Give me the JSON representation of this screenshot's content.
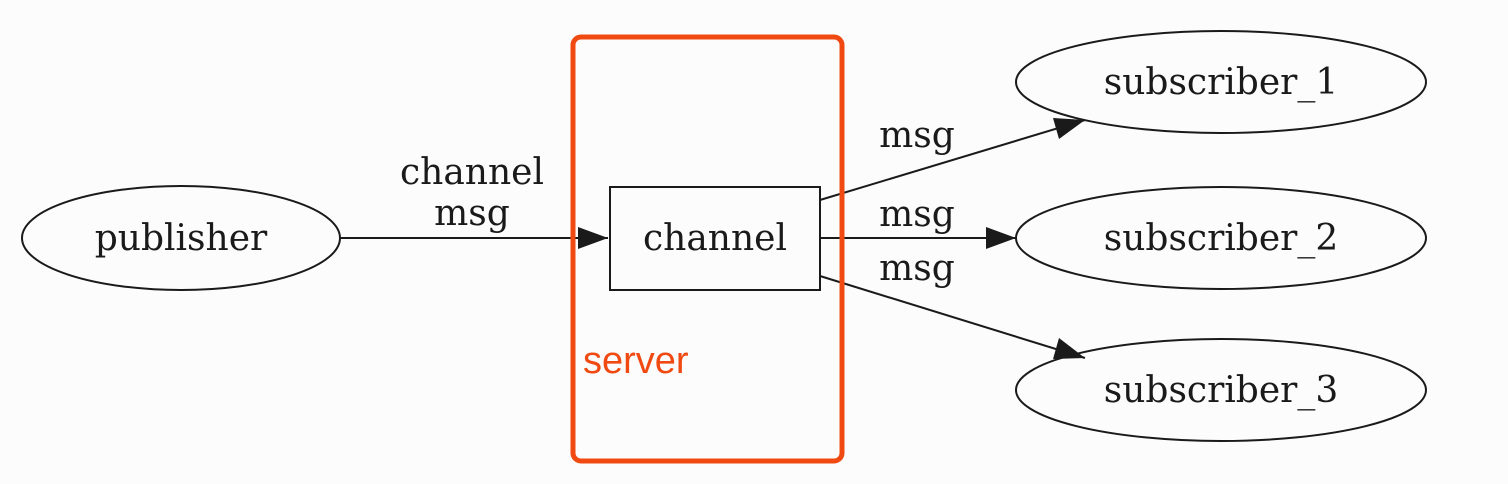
{
  "diagram": {
    "colors": {
      "node_stroke": "#1a1a1a",
      "highlight": "#f04a12",
      "background": "#fcfcfc"
    },
    "nodes": {
      "publisher": "publisher",
      "channel": "channel",
      "subscriber_1": "subscriber_1",
      "subscriber_2": "subscriber_2",
      "subscriber_3": "subscriber_3"
    },
    "edges": {
      "publisher_to_channel_line1": "channel",
      "publisher_to_channel_line2": "msg",
      "channel_to_subscriber_1": "msg",
      "channel_to_subscriber_2": "msg",
      "channel_to_subscriber_3": "msg"
    },
    "highlight_box": {
      "label": "server"
    }
  }
}
